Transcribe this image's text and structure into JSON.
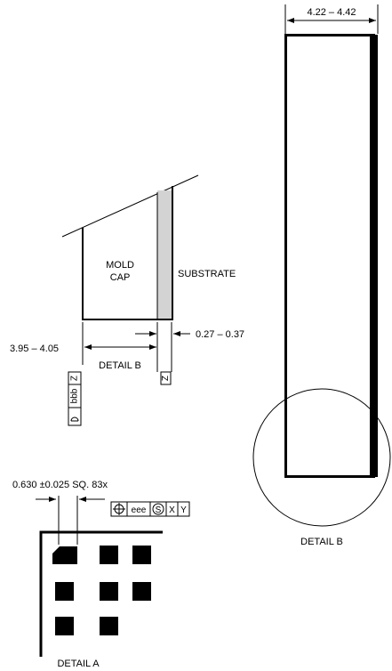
{
  "detail_b_side": {
    "labels": {
      "mold_cap_line1": "MOLD",
      "mold_cap_line2": "CAP",
      "substrate": "SUBSTRATE",
      "cap_width": "3.95 – 4.05",
      "substrate_thickness": "0.27 – 0.37",
      "detail_ref": "DETAIL B"
    },
    "datum_right": "Z",
    "flatness_frame": {
      "tolerance": "bbb",
      "datum": "Z"
    },
    "colors": {
      "substrate_fill": "#d3d3d3"
    }
  },
  "detail_b_view": {
    "width_dim": "4.22 – 4.42",
    "caption": "DETAIL B"
  },
  "detail_a": {
    "ball_dim": "0.630 ±0.025 SQ. 83x",
    "position_frame": {
      "tolerance": "eee",
      "modifier": "S",
      "datum1": "X",
      "datum2": "Y"
    },
    "caption": "DETAIL A"
  }
}
